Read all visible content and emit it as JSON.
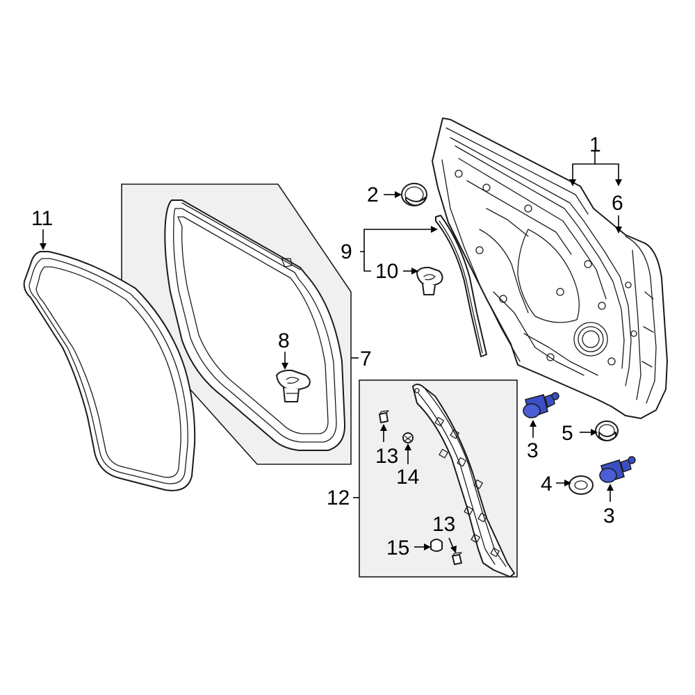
{
  "callouts": {
    "c1": "1",
    "c2": "2",
    "c3a": "3",
    "c3b": "3",
    "c4": "4",
    "c5": "5",
    "c6": "6",
    "c7": "7",
    "c8": "8",
    "c9": "9",
    "c10": "10",
    "c11": "11",
    "c12": "12",
    "c13a": "13",
    "c13b": "13",
    "c14": "14",
    "c15": "15"
  },
  "colors": {
    "highlight": "#3b4fc4",
    "line": "#1a1a1a",
    "box_fill": "#f0f0f0"
  }
}
